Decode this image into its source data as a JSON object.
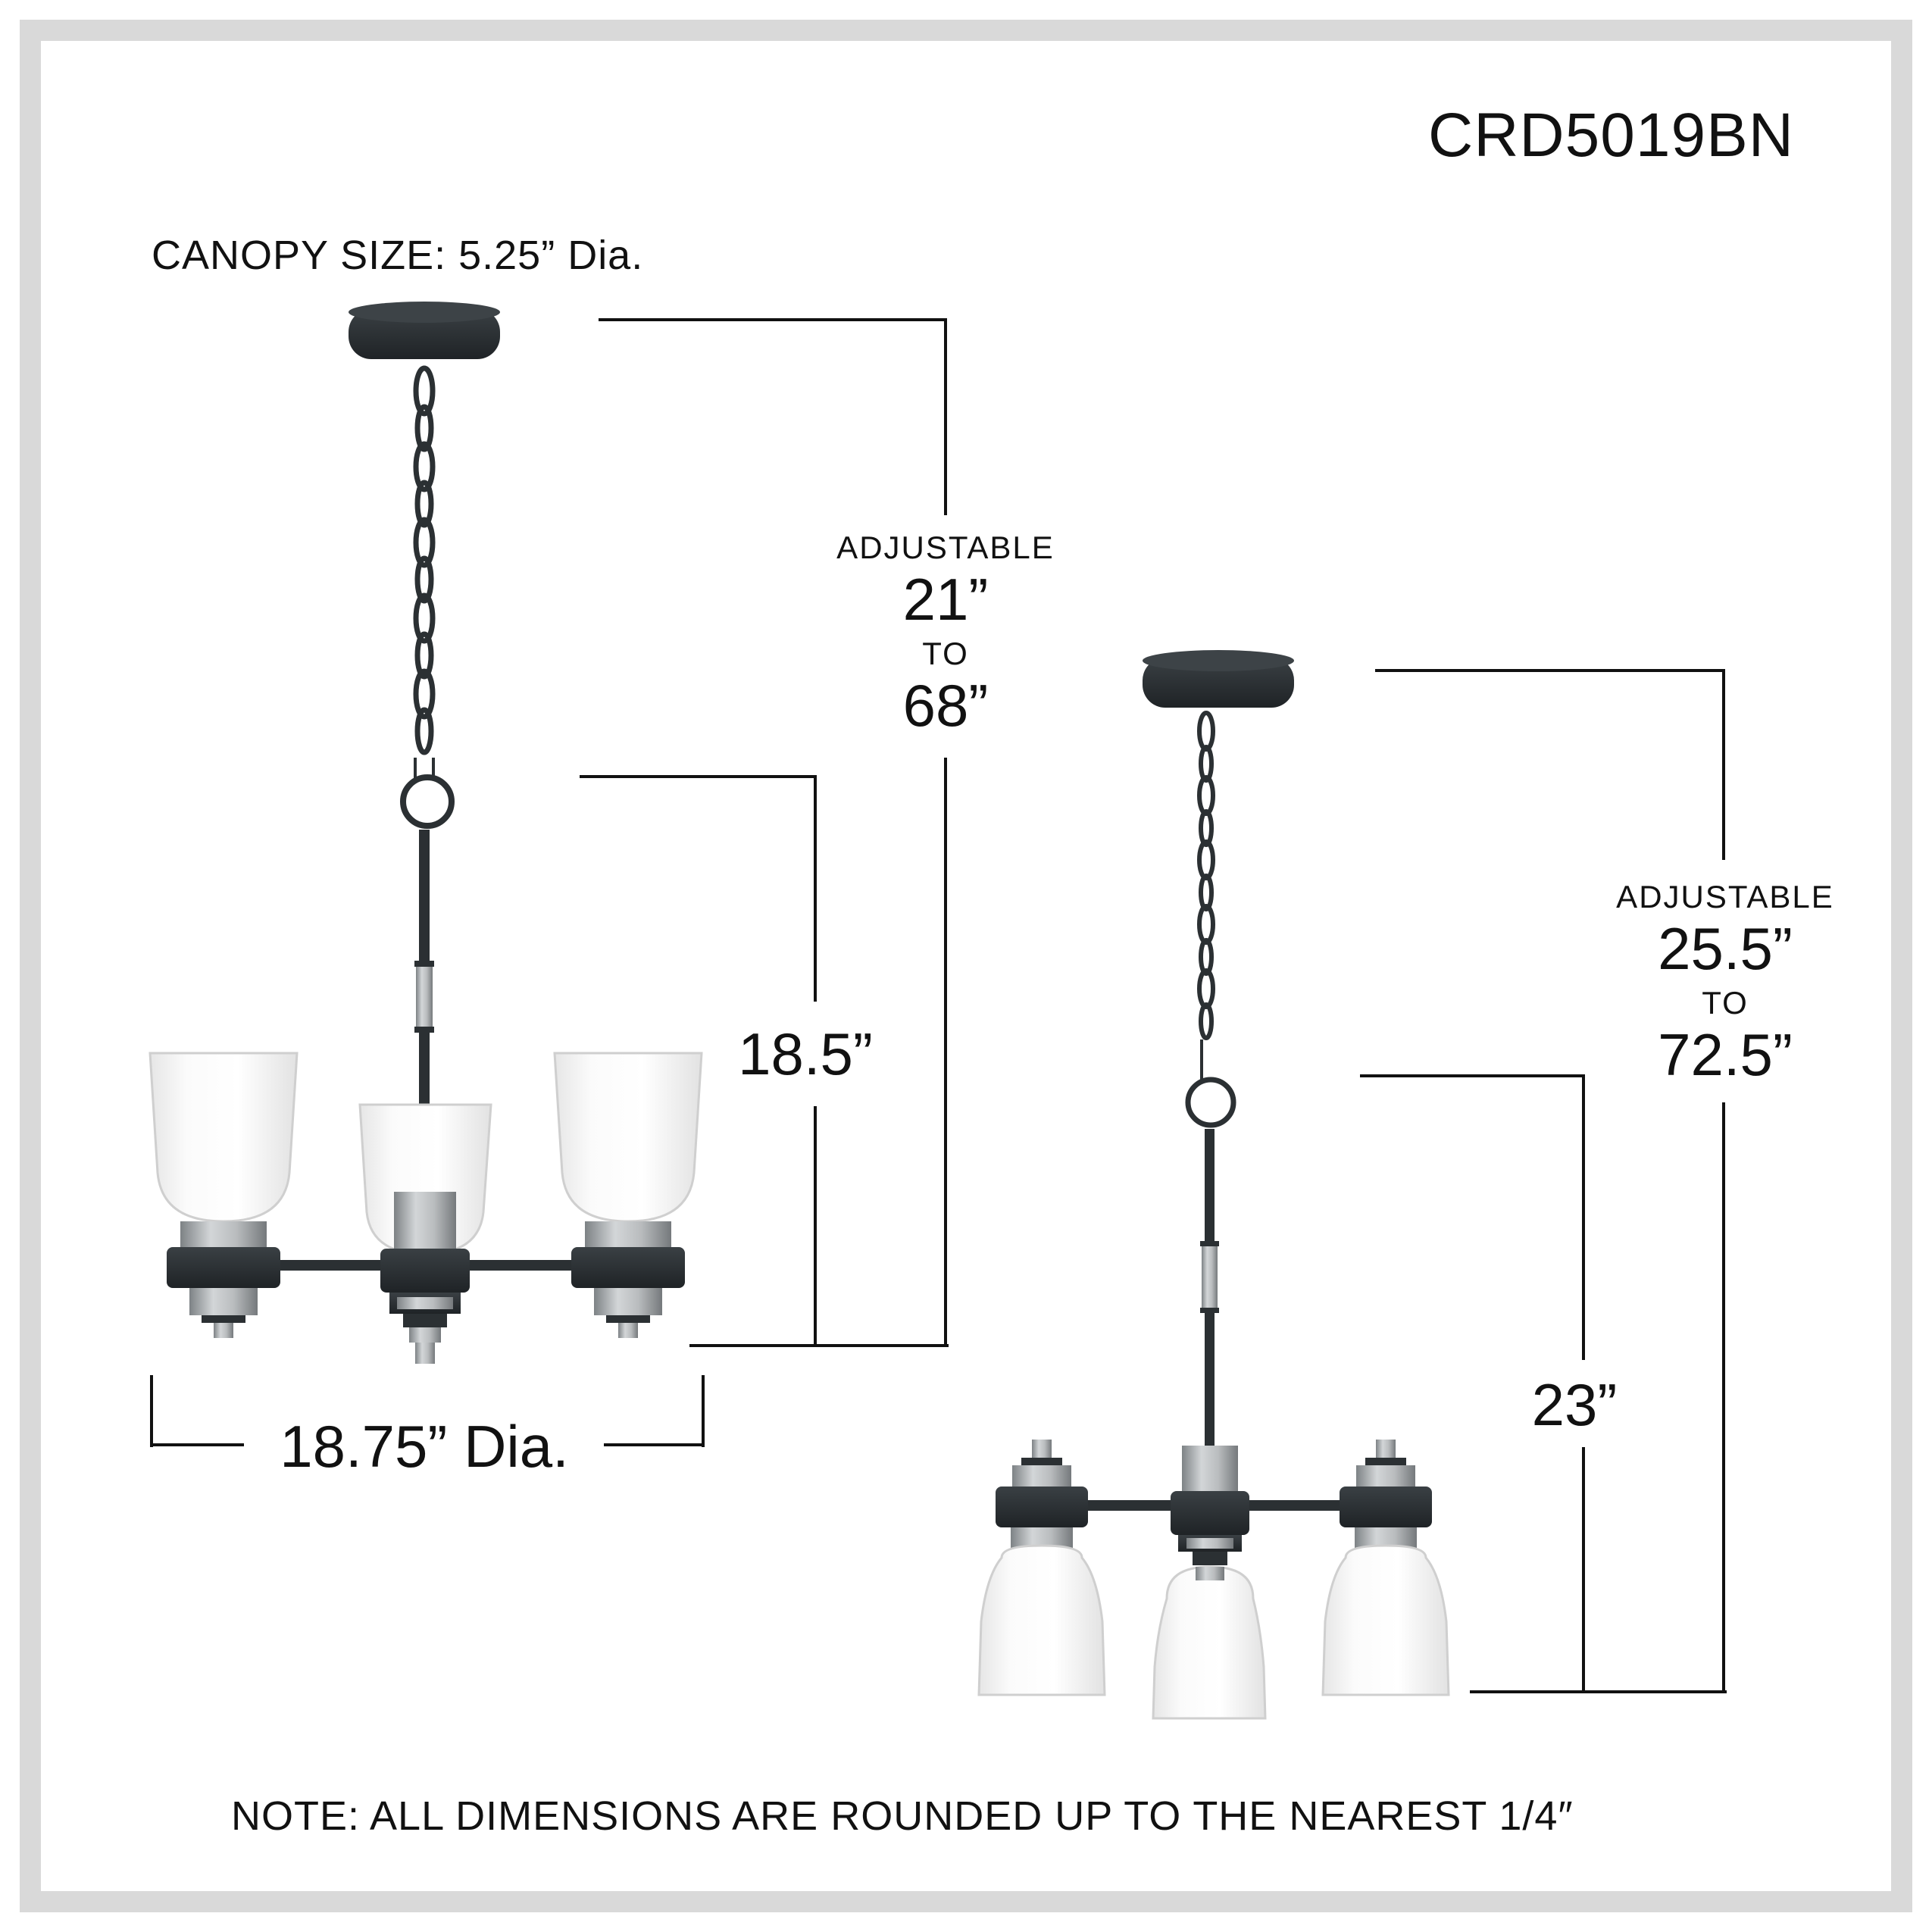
{
  "model_number": "CRD5019BN",
  "canopy_size": "CANOPY SIZE: 5.25” Dia.",
  "note": "NOTE:  ALL DIMENSIONS ARE ROUNDED UP TO THE NEAREST  1/4″",
  "view_up": {
    "adjustable_label": "ADJUSTABLE",
    "overall_min": "21”",
    "to_label": "TO",
    "overall_max": "68”",
    "body_height": "18.5”",
    "width": "18.75” Dia."
  },
  "view_down": {
    "adjustable_label": "ADJUSTABLE",
    "overall_min": "25.5”",
    "to_label": "TO",
    "overall_max": "72.5”",
    "body_height": "23”"
  },
  "colors": {
    "frame": "#d9d9d9",
    "metal_black": "#2b3033",
    "nickel": "#a9adb0",
    "glass": "#f4f4f4",
    "line": "#111111"
  }
}
